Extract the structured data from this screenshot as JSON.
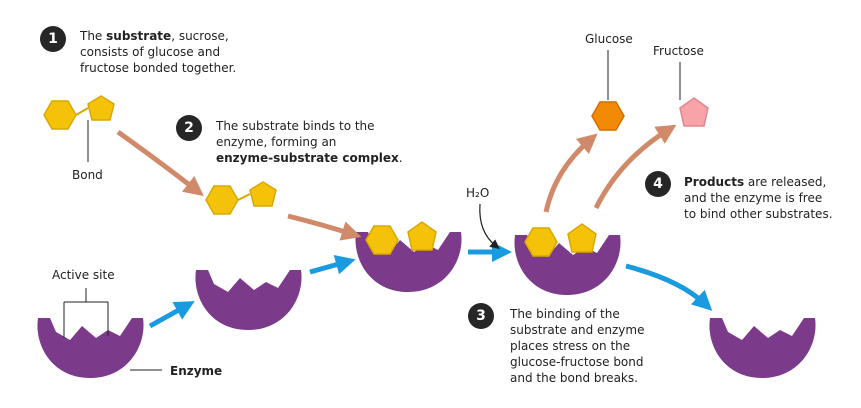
{
  "steps": [
    {
      "number": "1",
      "before": "The ",
      "bold": "substrate",
      "after": ", sucrose,\nconsists of glucose and\nfructose bonded together."
    },
    {
      "number": "2",
      "before": "The substrate binds to the\nenzyme, forming an\n",
      "bold": "enzyme-substrate complex",
      "after": "."
    },
    {
      "number": "3",
      "before": "The binding of the\nsubstrate and enzyme\nplaces stress on the\nglucose-fructose bond\nand the bond breaks.",
      "bold": "",
      "after": ""
    },
    {
      "number": "4",
      "before": "",
      "bold": "Products",
      "after": " are released,\nand the enzyme is free\nto bind other substrates."
    }
  ],
  "labels": {
    "bond": "Bond",
    "active_site": "Active site",
    "enzyme": "Enzyme",
    "water": "H₂O",
    "glucose": "Glucose",
    "fructose": "Fructose"
  },
  "colors": {
    "substrate": "#f5c20a",
    "substrate_edge": "#d9a800",
    "enzyme": "#7b3a8a",
    "enzyme_edge": "#5c2668",
    "glucose": "#f28a05",
    "fructose": "#f7a3a8",
    "arrow_blue": "#1a9be0",
    "arrow_brown": "#d08a6a"
  }
}
